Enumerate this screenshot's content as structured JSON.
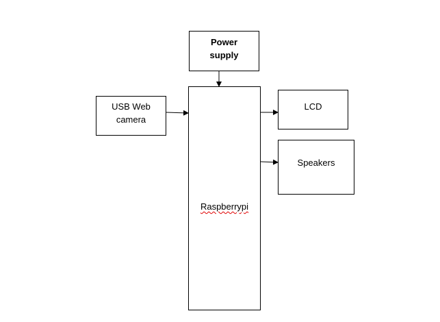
{
  "blocks": {
    "power_supply": "Power\nsupply",
    "usb_web_camera": "USB Web\ncamera",
    "raspberry_pi": "Raspberrypi",
    "lcd": "LCD",
    "speakers": "Speakers"
  },
  "connections": [
    {
      "from": "Power supply",
      "to": "Raspberrypi"
    },
    {
      "from": "USB Web camera",
      "to": "Raspberrypi"
    },
    {
      "from": "Raspberrypi",
      "to": "LCD"
    },
    {
      "from": "Raspberrypi",
      "to": "Speakers"
    }
  ],
  "colors": {
    "line": "#000000",
    "spellcheck_underline": "#e00000"
  }
}
